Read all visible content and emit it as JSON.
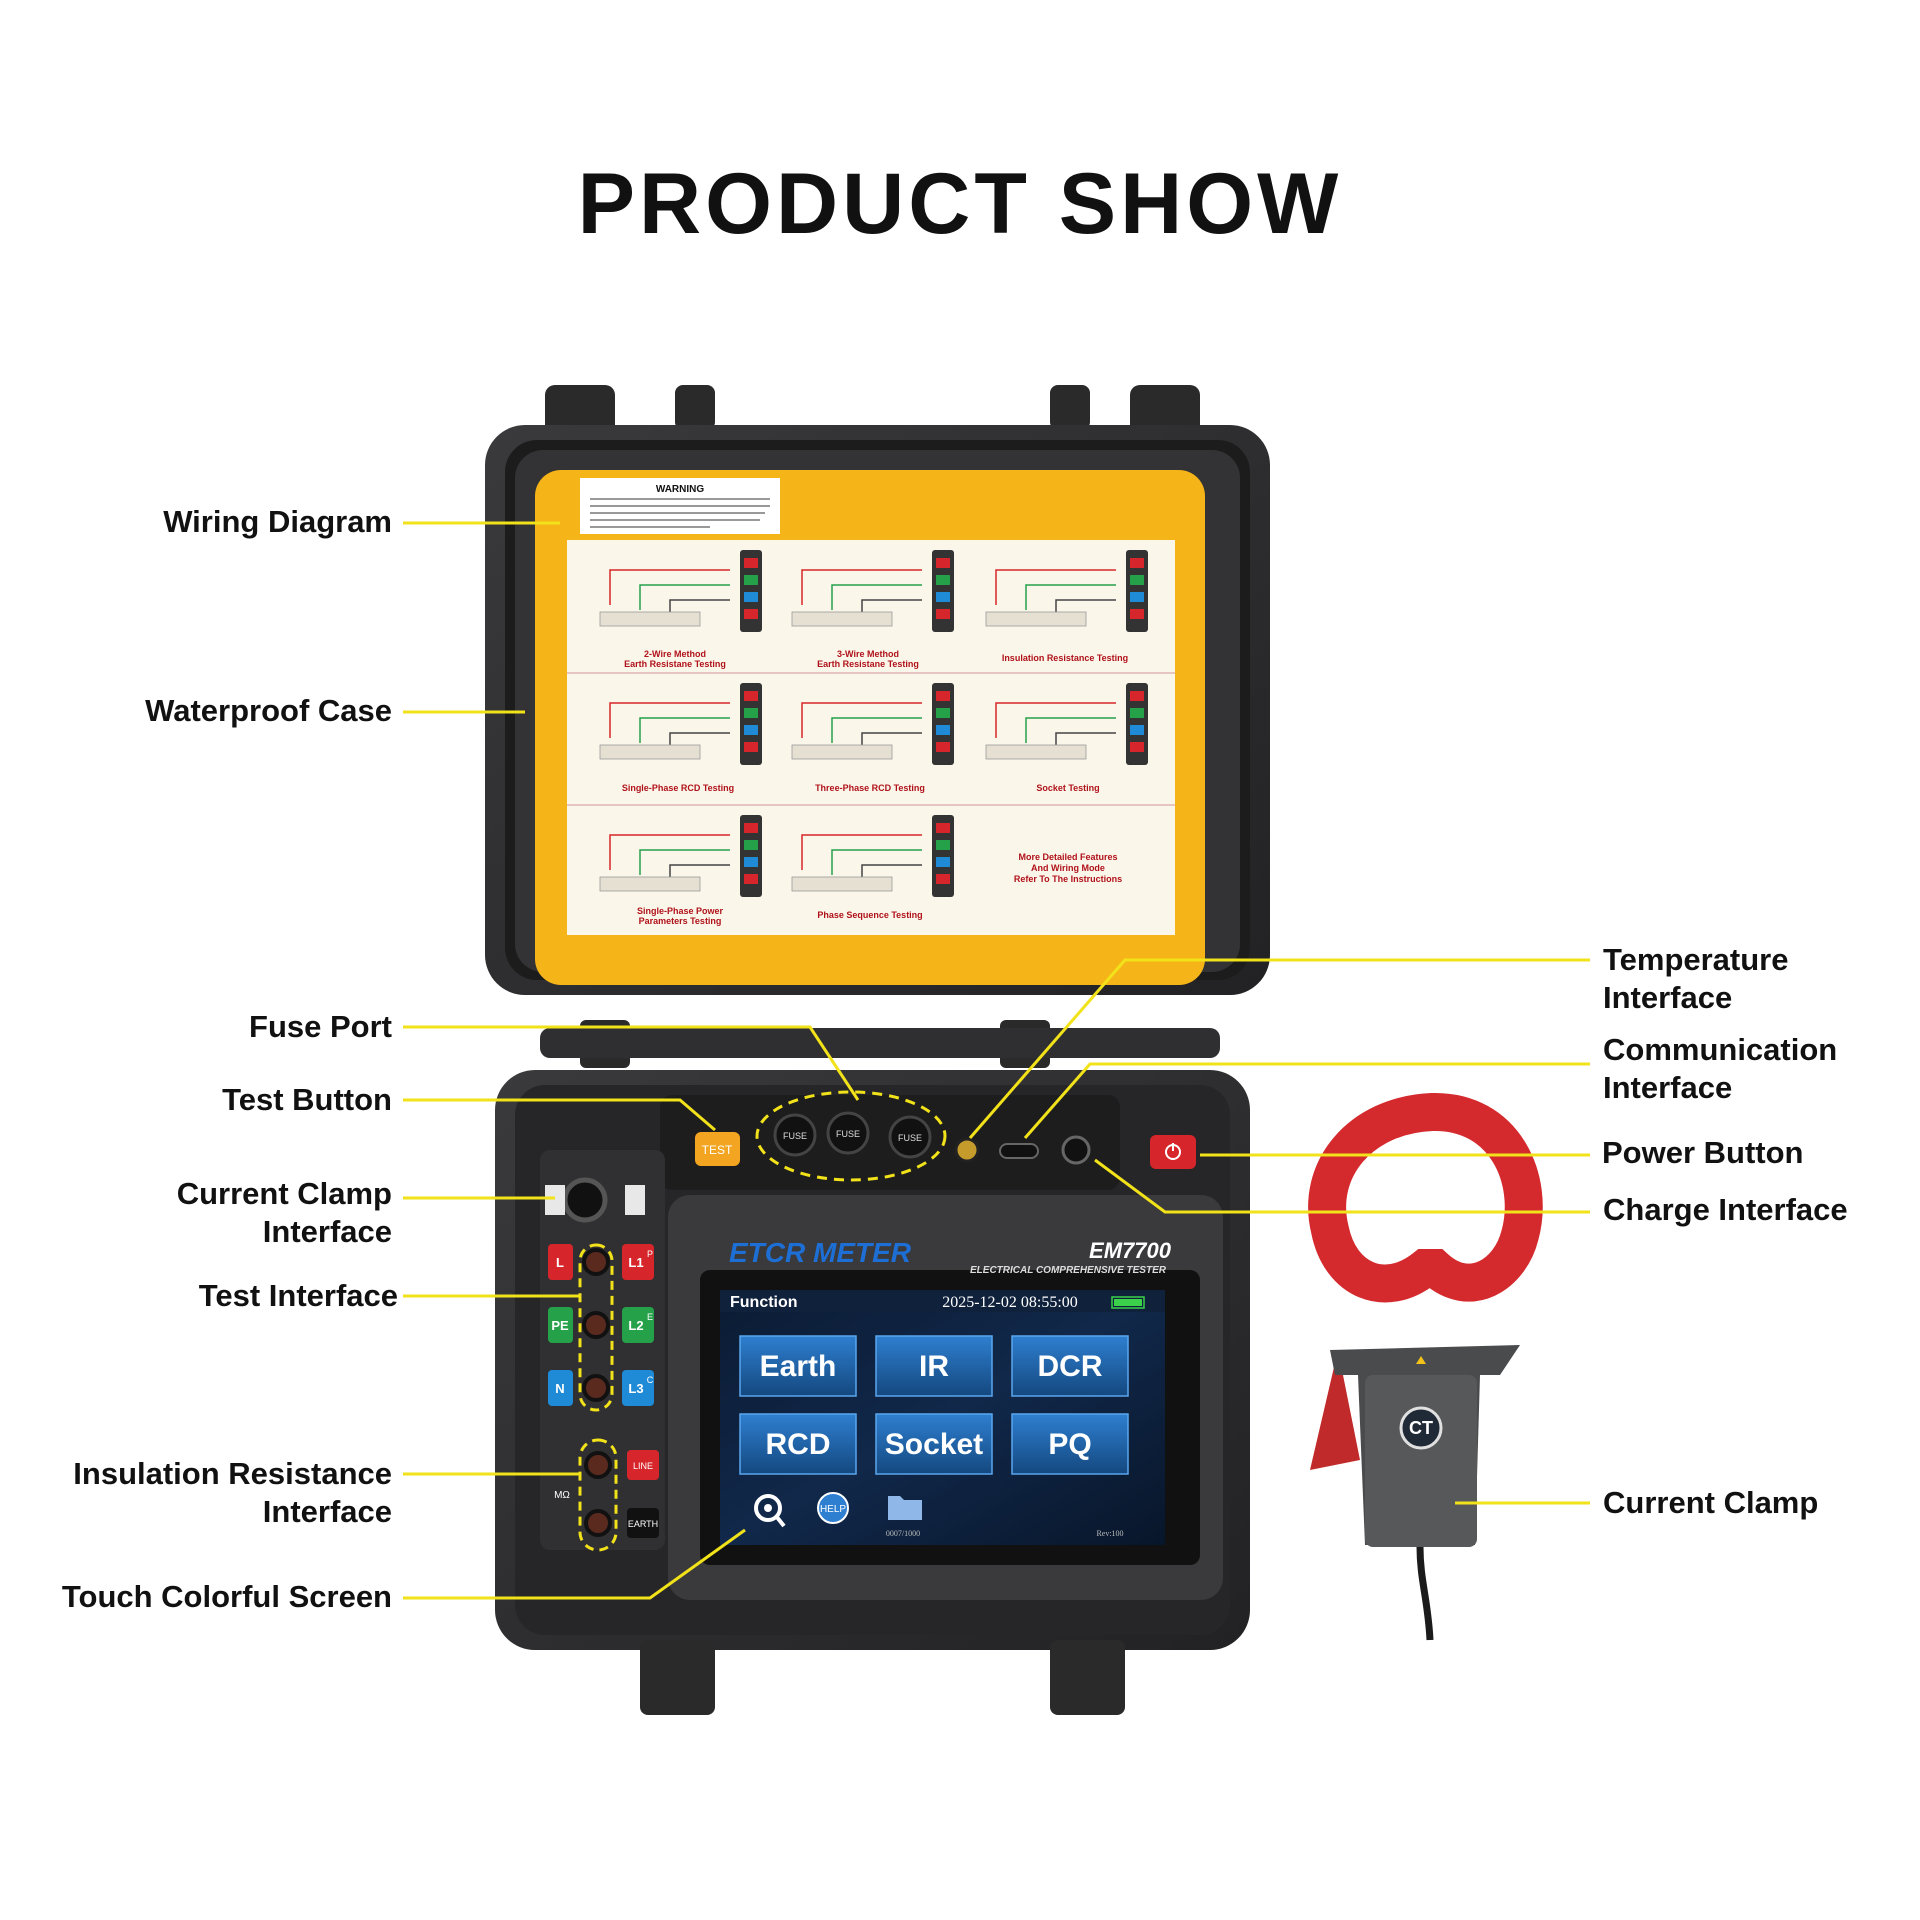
{
  "page": {
    "title": "PRODUCT SHOW"
  },
  "callouts": {
    "wiring_diagram": "Wiring Diagram",
    "waterproof_case": "Waterproof Case",
    "fuse_port": "Fuse Port",
    "test_button": "Test Button",
    "current_clamp_interface": "Current Clamp\nInterface",
    "test_interface": "Test Interface",
    "insulation_resistance_interface": "Insulation Resistance\nInterface",
    "touch_colorful_screen": "Touch Colorful Screen",
    "temperature_interface": "Temperature\nInterface",
    "communication_interface": "Communication\nInterface",
    "power_button": "Power Button",
    "charge_interface": "Charge Interface",
    "current_clamp": "Current Clamp"
  },
  "wiring_card": {
    "warning_title": "WARNING",
    "diagrams": [
      "2-Wire Method",
      "Earth Resistane Testing",
      "3-Wire Method",
      "Earth Resistane Testing",
      "Insulation Resistance Testing",
      "Single-Phase RCD Testing",
      "Three-Phase RCD Testing",
      "Socket Testing",
      "Single-Phase Power",
      "Parameters Testing",
      "Phase Sequence Testing",
      "More Detailed Features",
      "And Wiring Mode",
      "Refer To The Instructions"
    ]
  },
  "device": {
    "brand": "ETCR METER",
    "model": "EM7700",
    "subtitle": "ELECTRICAL COMPREHENSIVE TESTER",
    "test_label": "TEST",
    "fuse_label": "FUSE",
    "ports_left": [
      "L",
      "PE",
      "N"
    ],
    "ports_right": [
      "L1",
      "L2",
      "L3"
    ],
    "ports_right_tags": [
      "P",
      "E",
      "C"
    ],
    "ir_ports": [
      "LINE",
      "EARTH"
    ],
    "ir_unit": "MΩ",
    "clamp_label": "CT"
  },
  "screen": {
    "header_title": "Function",
    "datetime": "2025-12-02 08:55:00",
    "tiles": [
      "Earth",
      "IR",
      "DCR",
      "RCD",
      "Socket",
      "PQ"
    ],
    "help_label": "HELP",
    "file_count": "0007/1000",
    "rev": "Rev:100"
  },
  "colors": {
    "card_yellow": "#f5b417",
    "case_dark": "#2a2a2b",
    "leader_yellow": "#f2e21a",
    "tile_blue": "#1b5fa8",
    "clamp_red": "#d42a2e",
    "button_orange": "#f3a420",
    "power_red": "#d7262b"
  }
}
